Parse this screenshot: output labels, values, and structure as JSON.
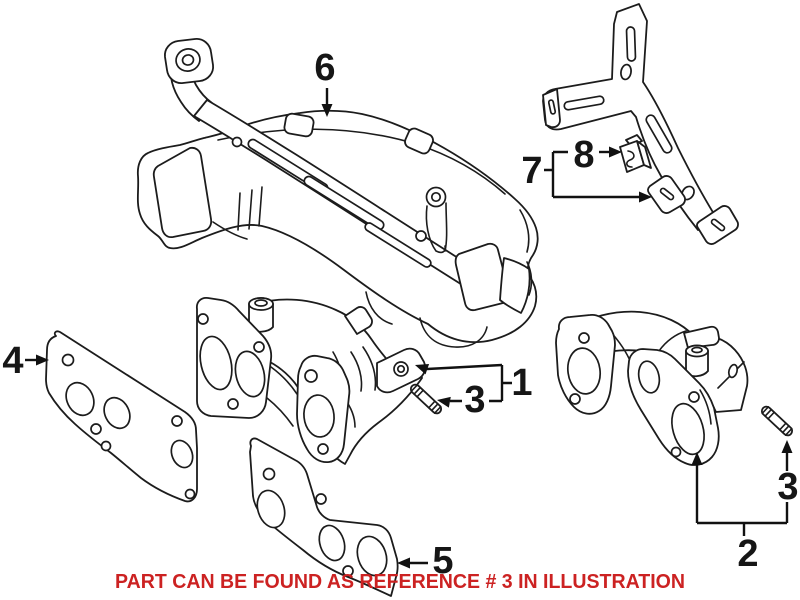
{
  "note": {
    "text": "PART CAN BE FOUND AS REFERENCE # 3 IN ILLUSTRATION"
  },
  "callouts": {
    "c1": "1",
    "c2": "2",
    "c3a": "3",
    "c3b": "3",
    "c4": "4",
    "c5": "5",
    "c6": "6",
    "c7": "7",
    "c8": "8"
  },
  "colors": {
    "line": "#1c1c1c",
    "note": "#cc2222",
    "background": "#ffffff"
  }
}
